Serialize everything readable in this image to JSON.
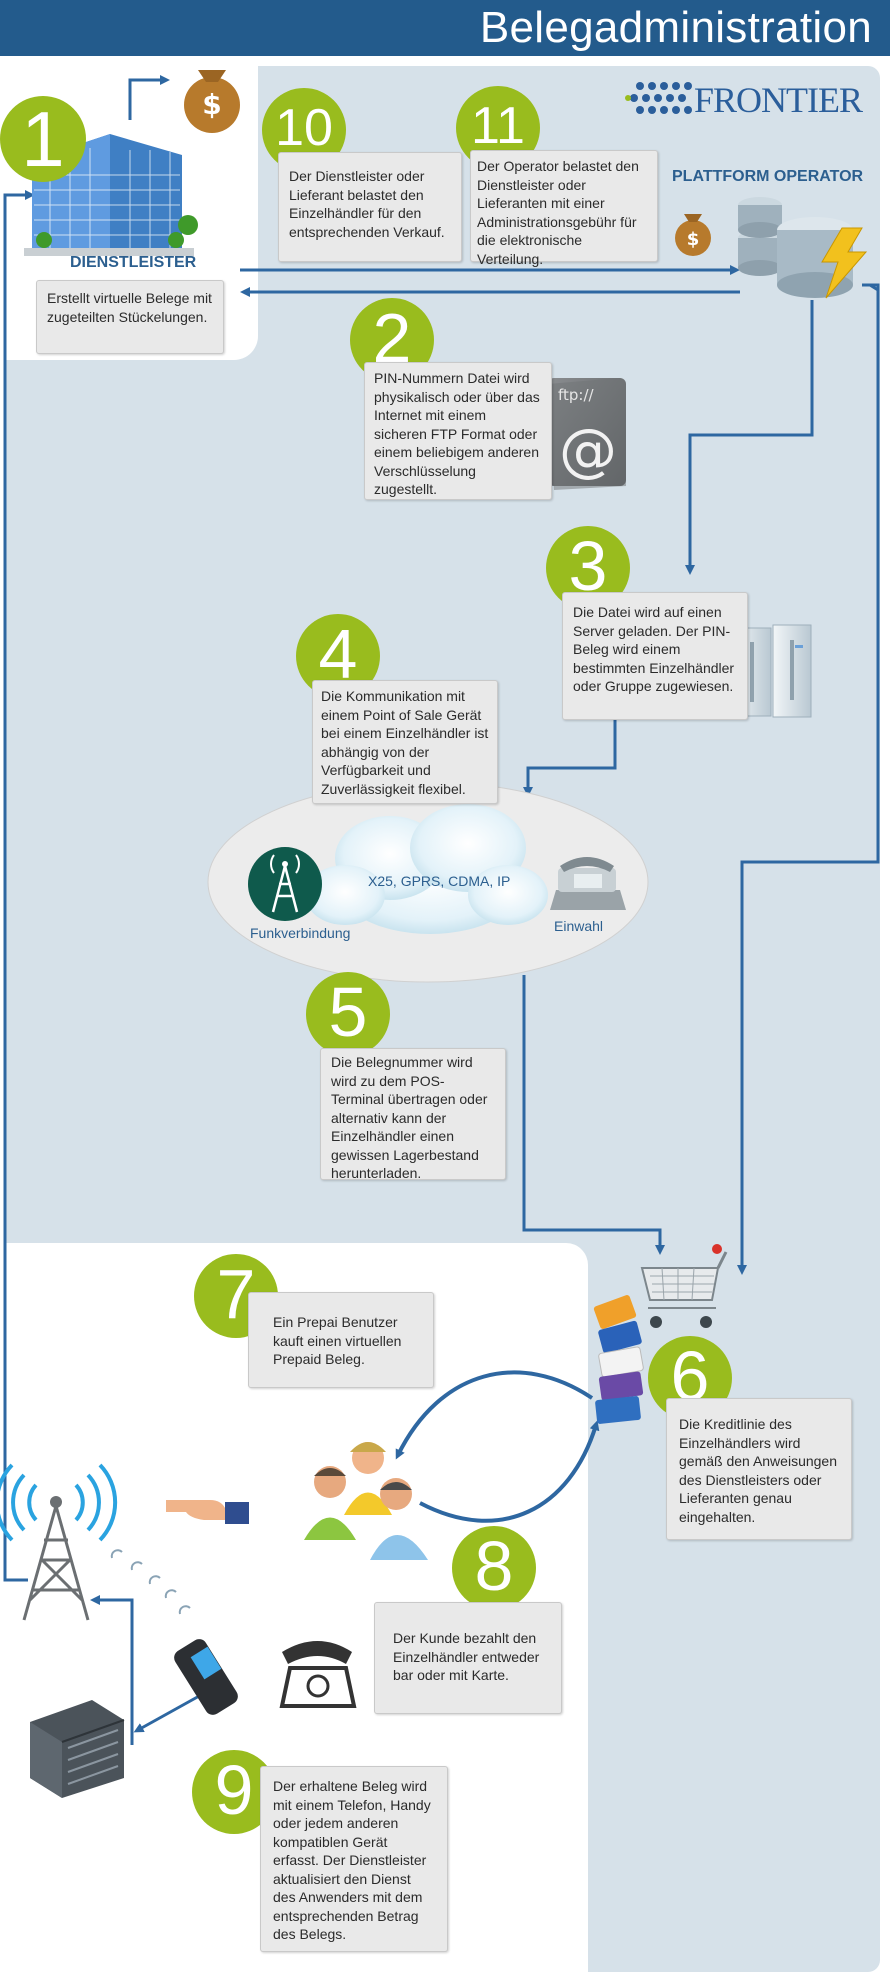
{
  "header": {
    "title": "Belegadministration"
  },
  "logo": {
    "text": "FRONTIER"
  },
  "actors": {
    "provider": "DIENSTLEISTER",
    "operator": "PLATTFORM OPERATOR"
  },
  "network": {
    "radio": "Funkverbindung",
    "protocols": "X25, GPRS, CDMA, IP",
    "dialup": "Einwahl"
  },
  "icons": {
    "ftp_text": "ftp://",
    "at_sign": "@",
    "dollar": "$"
  },
  "steps": [
    {
      "num": "1",
      "text": "Erstellt virtuelle Belege mit zugeteilten Stückelungen."
    },
    {
      "num": "2",
      "text": "PIN-Nummern Datei wird physikalisch oder über das Internet mit einem sicheren FTP Format oder einem beliebigem anderen Verschlüsselung zugestellt."
    },
    {
      "num": "3",
      "text": "Die Datei wird auf einen Server geladen. Der PIN-Beleg wird einem bestimmten Einzelhändler oder Gruppe zugewiesen."
    },
    {
      "num": "4",
      "text": "Die Kommunikation mit einem Point of Sale Gerät bei einem Einzelhändler ist abhängig von der Verfügbarkeit und Zuverlässigkeit flexibel."
    },
    {
      "num": "5",
      "text": "Die Belegnummer wird wird zu dem POS-Terminal übertragen oder alternativ kann der Einzelhändler einen gewissen Lagerbestand herunterladen."
    },
    {
      "num": "6",
      "text": "Die Kreditlinie des Einzelhändlers wird gemäß den Anweisungen des Dienstleisters oder Lieferanten genau eingehalten."
    },
    {
      "num": "7",
      "text": "Ein Prepai Benutzer kauft einen virtuellen Prepaid Beleg."
    },
    {
      "num": "8",
      "text": "Der Kunde bezahlt den Einzelhändler entweder bar oder mit Karte."
    },
    {
      "num": "9",
      "text": "Der erhaltene Beleg wird mit einem Telefon, Handy oder jedem anderen kompatiblen Gerät erfasst. Der Dienstleister aktualisiert den Dienst des Anwenders mit dem entsprechenden Betrag des Belegs."
    },
    {
      "num": "10",
      "text": "Der Dienstleister oder Lieferant belastet den Einzelhändler für den entsprechenden Verkauf."
    },
    {
      "num": "11",
      "text": "Der Operator belastet den Dienstleister oder Lieferanten mit einer Administrationsgebühr für die elektronische Verteilung."
    }
  ],
  "colors": {
    "header": "#235b8c",
    "panel": "#d6e1e9",
    "accent_green": "#99bc1e",
    "arrow": "#2e67a1",
    "text_blue": "#2c5f8f"
  }
}
